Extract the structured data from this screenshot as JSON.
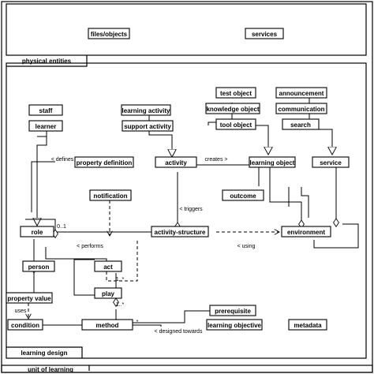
{
  "frames": {
    "unit": "unit of learning",
    "design": "learning design",
    "physical": "physical entities"
  },
  "classes": {
    "files_objects": "files/objects",
    "services_top": "services",
    "staff": "staff",
    "learner": "learner",
    "learning_activity": "learning activity",
    "support_activity": "support activity",
    "test_object": "test object",
    "knowledge_object": "knowledge object",
    "tool_object": "tool object",
    "announcement": "announcement",
    "communication": "communication",
    "search": "search",
    "property_definition": "property definition",
    "activity": "activity",
    "learning_object": "learning object",
    "service": "service",
    "notification": "notification",
    "outcome": "outcome",
    "role": "role",
    "activity_structure": "activity-structure",
    "environment": "environment",
    "person": "person",
    "act": "act",
    "property_value": "property value",
    "play": "play",
    "condition": "condition",
    "method": "method",
    "prerequisite": "prerequisite",
    "learning_objective": "learning objective",
    "metadata": "metadata"
  },
  "edge_labels": {
    "defines": "< defines",
    "creates": "creates >",
    "triggers": "< triggers",
    "performs": "< performs",
    "using": "< using",
    "uses": "uses",
    "designed_towards": "< designed towards",
    "mult_role": "0..1",
    "mult_act": "1..*",
    "mult_play": "1..*",
    "mult_method": "*"
  }
}
